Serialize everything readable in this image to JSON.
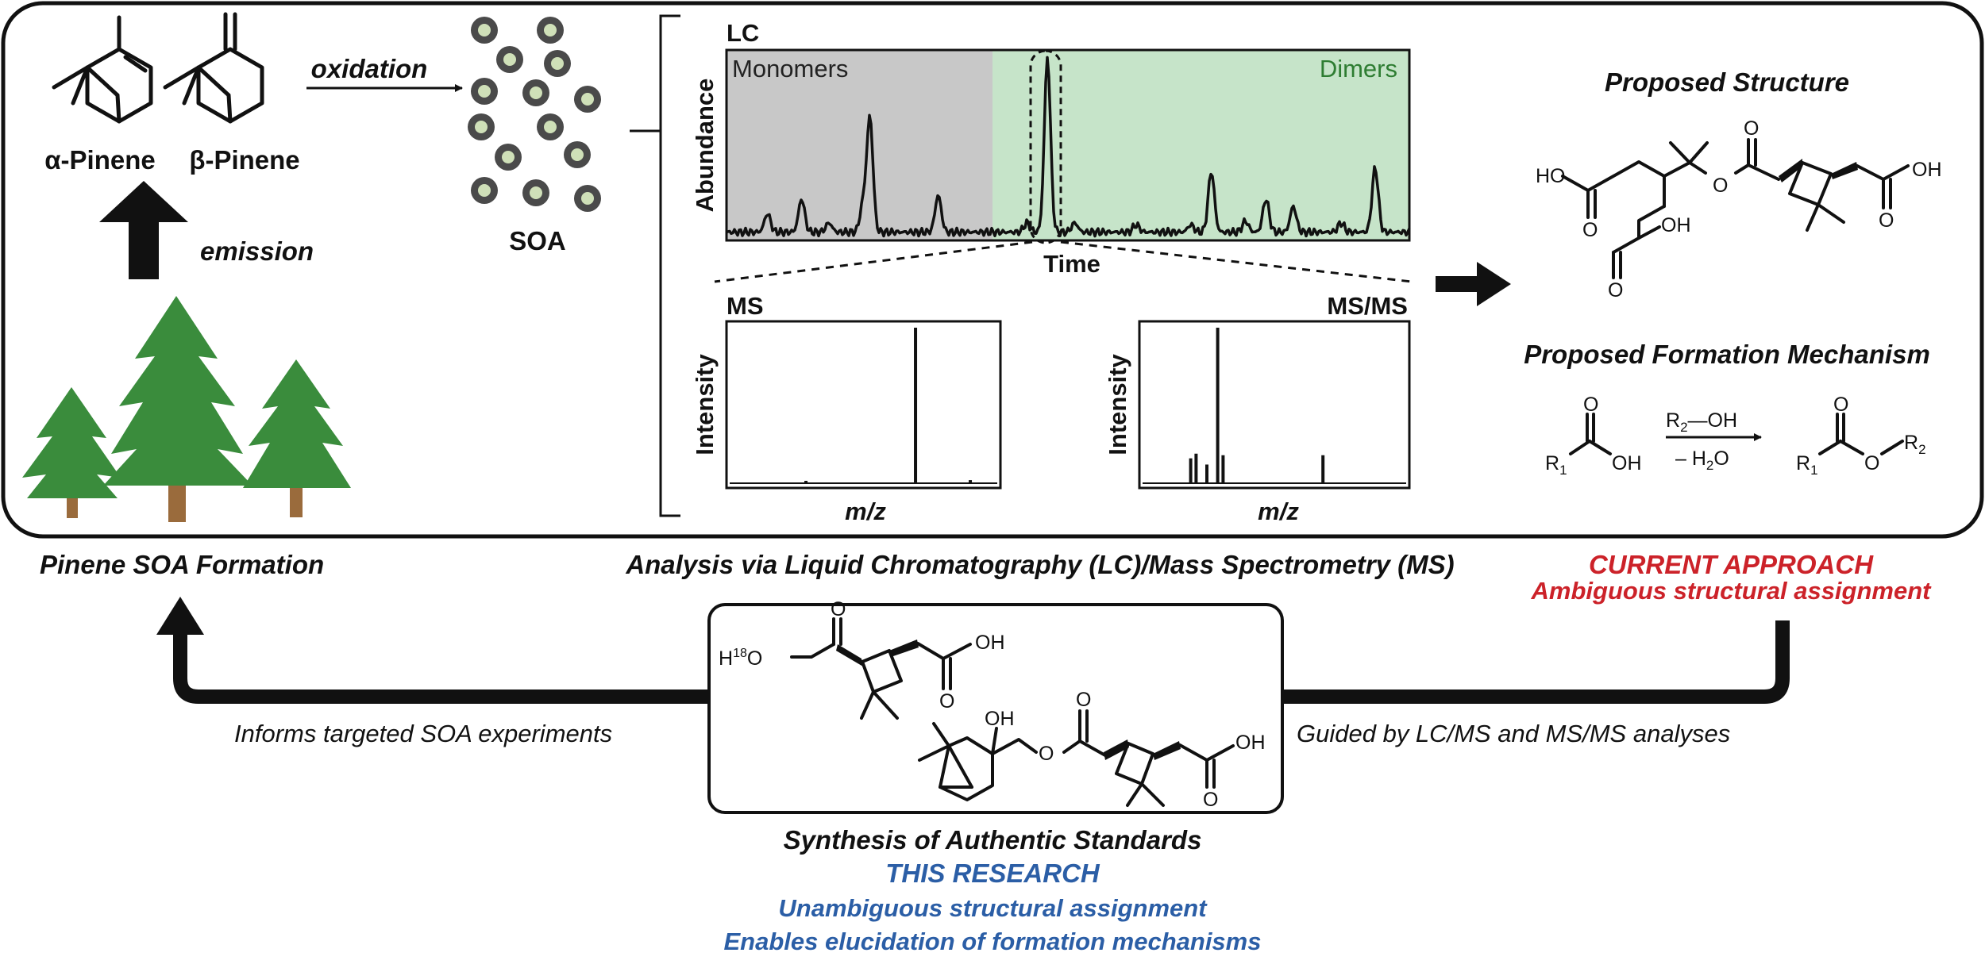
{
  "colors": {
    "red": "#cc2229",
    "blue": "#2b5ea6",
    "tree": "#3a8c3c",
    "trunk": "#9a6b3c",
    "dimerFill": "#c6e4c9",
    "monoFill": "#c8c8c8",
    "dimerText": "#2e7d32",
    "soaFill": "#cfe0b8",
    "soaRing": "#444444"
  },
  "workflow": {
    "labels": {
      "alpha_pinene": "α-Pinene",
      "beta_pinene": "β-Pinene",
      "oxidation": "oxidation",
      "emission": "emission",
      "soa": "SOA",
      "pinene_soa_formation": "Pinene SOA Formation",
      "analysis": "Analysis via Liquid Chromatography (LC)/Mass Spectrometry (MS)",
      "current_approach": "CURRENT APPROACH",
      "ambiguous": "Ambiguous structural assignment",
      "informs": "Informs targeted SOA experiments",
      "guided": "Guided by LC/MS and MS/MS analyses",
      "synthesis": "Synthesis of Authentic Standards",
      "this_research": "THIS RESEARCH",
      "unambiguous": "Unambiguous structural assignment",
      "enables": "Enables elucidation of formation mechanisms",
      "proposed_structure": "Proposed Structure",
      "proposed_mechanism": "Proposed Formation Mechanism"
    },
    "chem": {
      "ho": "HO",
      "oh": "OH",
      "o": "O",
      "r1": "R",
      "r1sub": "1",
      "r2": "R",
      "r2sub": "2",
      "r2oh": "OH",
      "minus_h2o_a": "– H",
      "minus_h2o_sub": "2",
      "minus_h2o_b": "O",
      "h18o_h": "H",
      "h18o_sup": "18",
      "h18o_o": "O"
    }
  },
  "chart_data": [
    {
      "type": "line",
      "title": "LC",
      "xlabel": "Time",
      "ylabel": "Abundance",
      "regions": [
        "Monomers",
        "Dimers"
      ],
      "peaks": [
        {
          "x": 0.06,
          "h": 0.1
        },
        {
          "x": 0.11,
          "h": 0.18
        },
        {
          "x": 0.15,
          "h": 0.05
        },
        {
          "x": 0.2,
          "h": 0.15
        },
        {
          "x": 0.21,
          "h": 0.62
        },
        {
          "x": 0.31,
          "h": 0.2
        },
        {
          "x": 0.44,
          "h": 0.05
        },
        {
          "x": 0.47,
          "h": 0.95
        },
        {
          "x": 0.51,
          "h": 0.05
        },
        {
          "x": 0.6,
          "h": 0.04
        },
        {
          "x": 0.68,
          "h": 0.04
        },
        {
          "x": 0.71,
          "h": 0.33
        },
        {
          "x": 0.76,
          "h": 0.06
        },
        {
          "x": 0.79,
          "h": 0.18
        },
        {
          "x": 0.83,
          "h": 0.14
        },
        {
          "x": 0.9,
          "h": 0.05
        },
        {
          "x": 0.95,
          "h": 0.35
        }
      ]
    },
    {
      "type": "bar",
      "title": "MS",
      "xlabel": "m/z",
      "ylabel": "Intensity",
      "peaks": [
        {
          "x": 0.29,
          "h": 0.01
        },
        {
          "x": 0.69,
          "h": 1.0
        },
        {
          "x": 0.89,
          "h": 0.02
        }
      ]
    },
    {
      "type": "bar",
      "title": "MS/MS",
      "xlabel": "m/z",
      "ylabel": "Intensity",
      "peaks": [
        {
          "x": 0.19,
          "h": 0.16
        },
        {
          "x": 0.21,
          "h": 0.19
        },
        {
          "x": 0.25,
          "h": 0.12
        },
        {
          "x": 0.29,
          "h": 1.0
        },
        {
          "x": 0.31,
          "h": 0.18
        },
        {
          "x": 0.68,
          "h": 0.18
        }
      ]
    }
  ]
}
